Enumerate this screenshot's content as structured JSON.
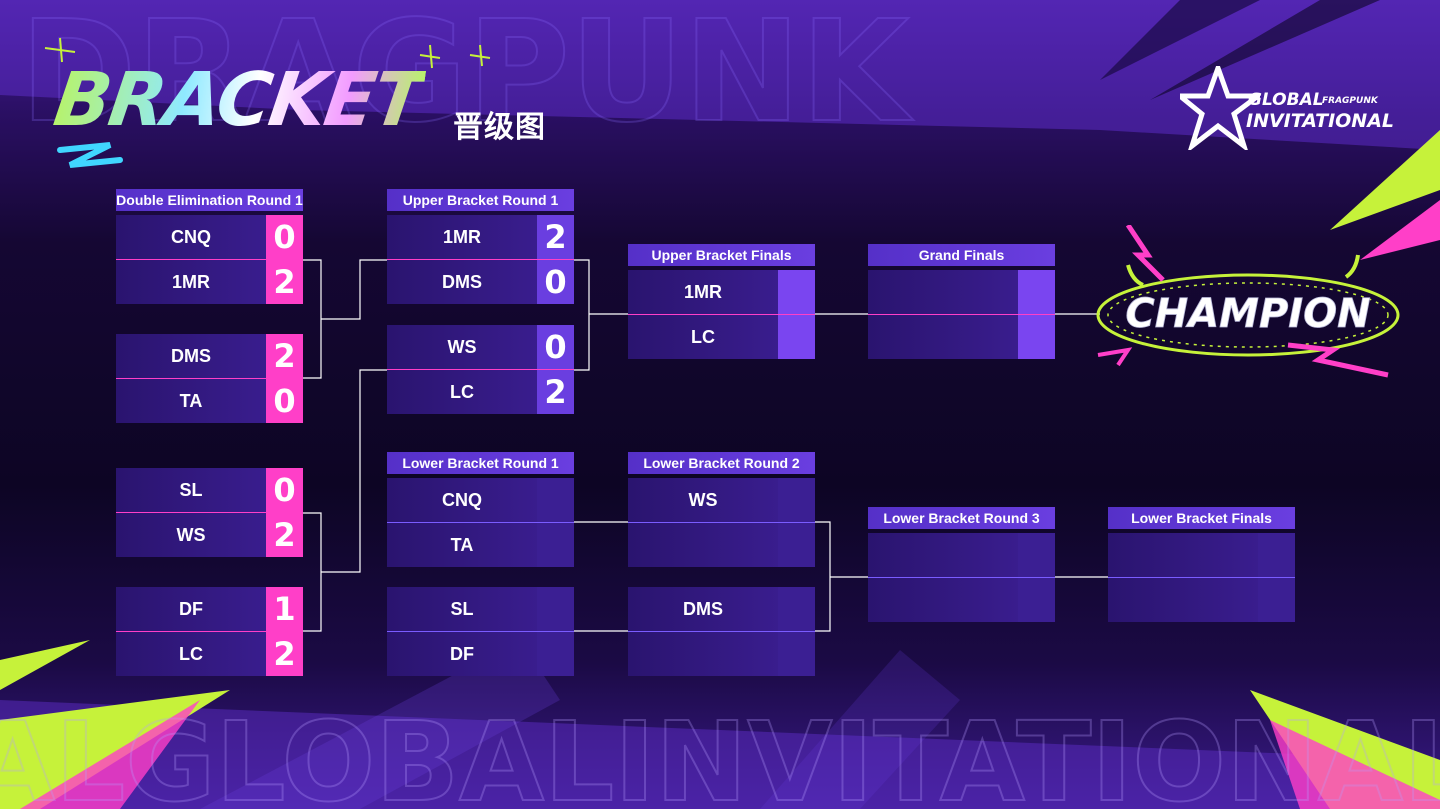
{
  "title": {
    "main": "BRACKET",
    "sub": "晋级图"
  },
  "logo": {
    "line1": "GLOBAL",
    "small": "FRAGPUNK",
    "line2": "INVITATIONAL"
  },
  "background_text": {
    "top": "DRAGPUNK",
    "bottom": "ALGLOBALINVITATIONAL"
  },
  "champion_label": "CHAMPION",
  "headers": {
    "double_elim_r1": "Double Elimination Round 1",
    "upper_r1": "Upper Bracket Round 1",
    "upper_finals": "Upper Bracket Finals",
    "grand_finals": "Grand Finals",
    "lower_r1": "Lower Bracket Round 1",
    "lower_r2": "Lower Bracket Round 2",
    "lower_r3": "Lower Bracket Round 3",
    "lower_finals": "Lower Bracket Finals"
  },
  "matches": {
    "de1": {
      "team1": "CNQ",
      "score1": "0",
      "team2": "1MR",
      "score2": "2"
    },
    "de2": {
      "team1": "DMS",
      "score1": "2",
      "team2": "TA",
      "score2": "0"
    },
    "de3": {
      "team1": "SL",
      "score1": "0",
      "team2": "WS",
      "score2": "2"
    },
    "de4": {
      "team1": "DF",
      "score1": "1",
      "team2": "LC",
      "score2": "2"
    },
    "ub1": {
      "team1": "1MR",
      "score1": "2",
      "team2": "DMS",
      "score2": "0"
    },
    "ub2": {
      "team1": "WS",
      "score1": "0",
      "team2": "LC",
      "score2": "2"
    },
    "ubf": {
      "team1": "1MR",
      "score1": "",
      "team2": "LC",
      "score2": ""
    },
    "gf": {
      "team1": "",
      "score1": "",
      "team2": "",
      "score2": ""
    },
    "lb1a": {
      "team1": "CNQ",
      "score1": "",
      "team2": "TA",
      "score2": ""
    },
    "lb1b": {
      "team1": "SL",
      "score1": "",
      "team2": "DF",
      "score2": ""
    },
    "lb2a": {
      "team1": "WS",
      "score1": "",
      "team2": "",
      "score2": ""
    },
    "lb2b": {
      "team1": "DMS",
      "score1": "",
      "team2": "",
      "score2": ""
    },
    "lb3": {
      "team1": "",
      "score1": "",
      "team2": "",
      "score2": ""
    },
    "lbf": {
      "team1": "",
      "score1": "",
      "team2": "",
      "score2": ""
    }
  },
  "colors": {
    "accent_pink": "#ff3fc8",
    "accent_purple": "#6a3ee0",
    "accent_lime": "#c6f23a",
    "bg_dark": "#0d0524"
  }
}
